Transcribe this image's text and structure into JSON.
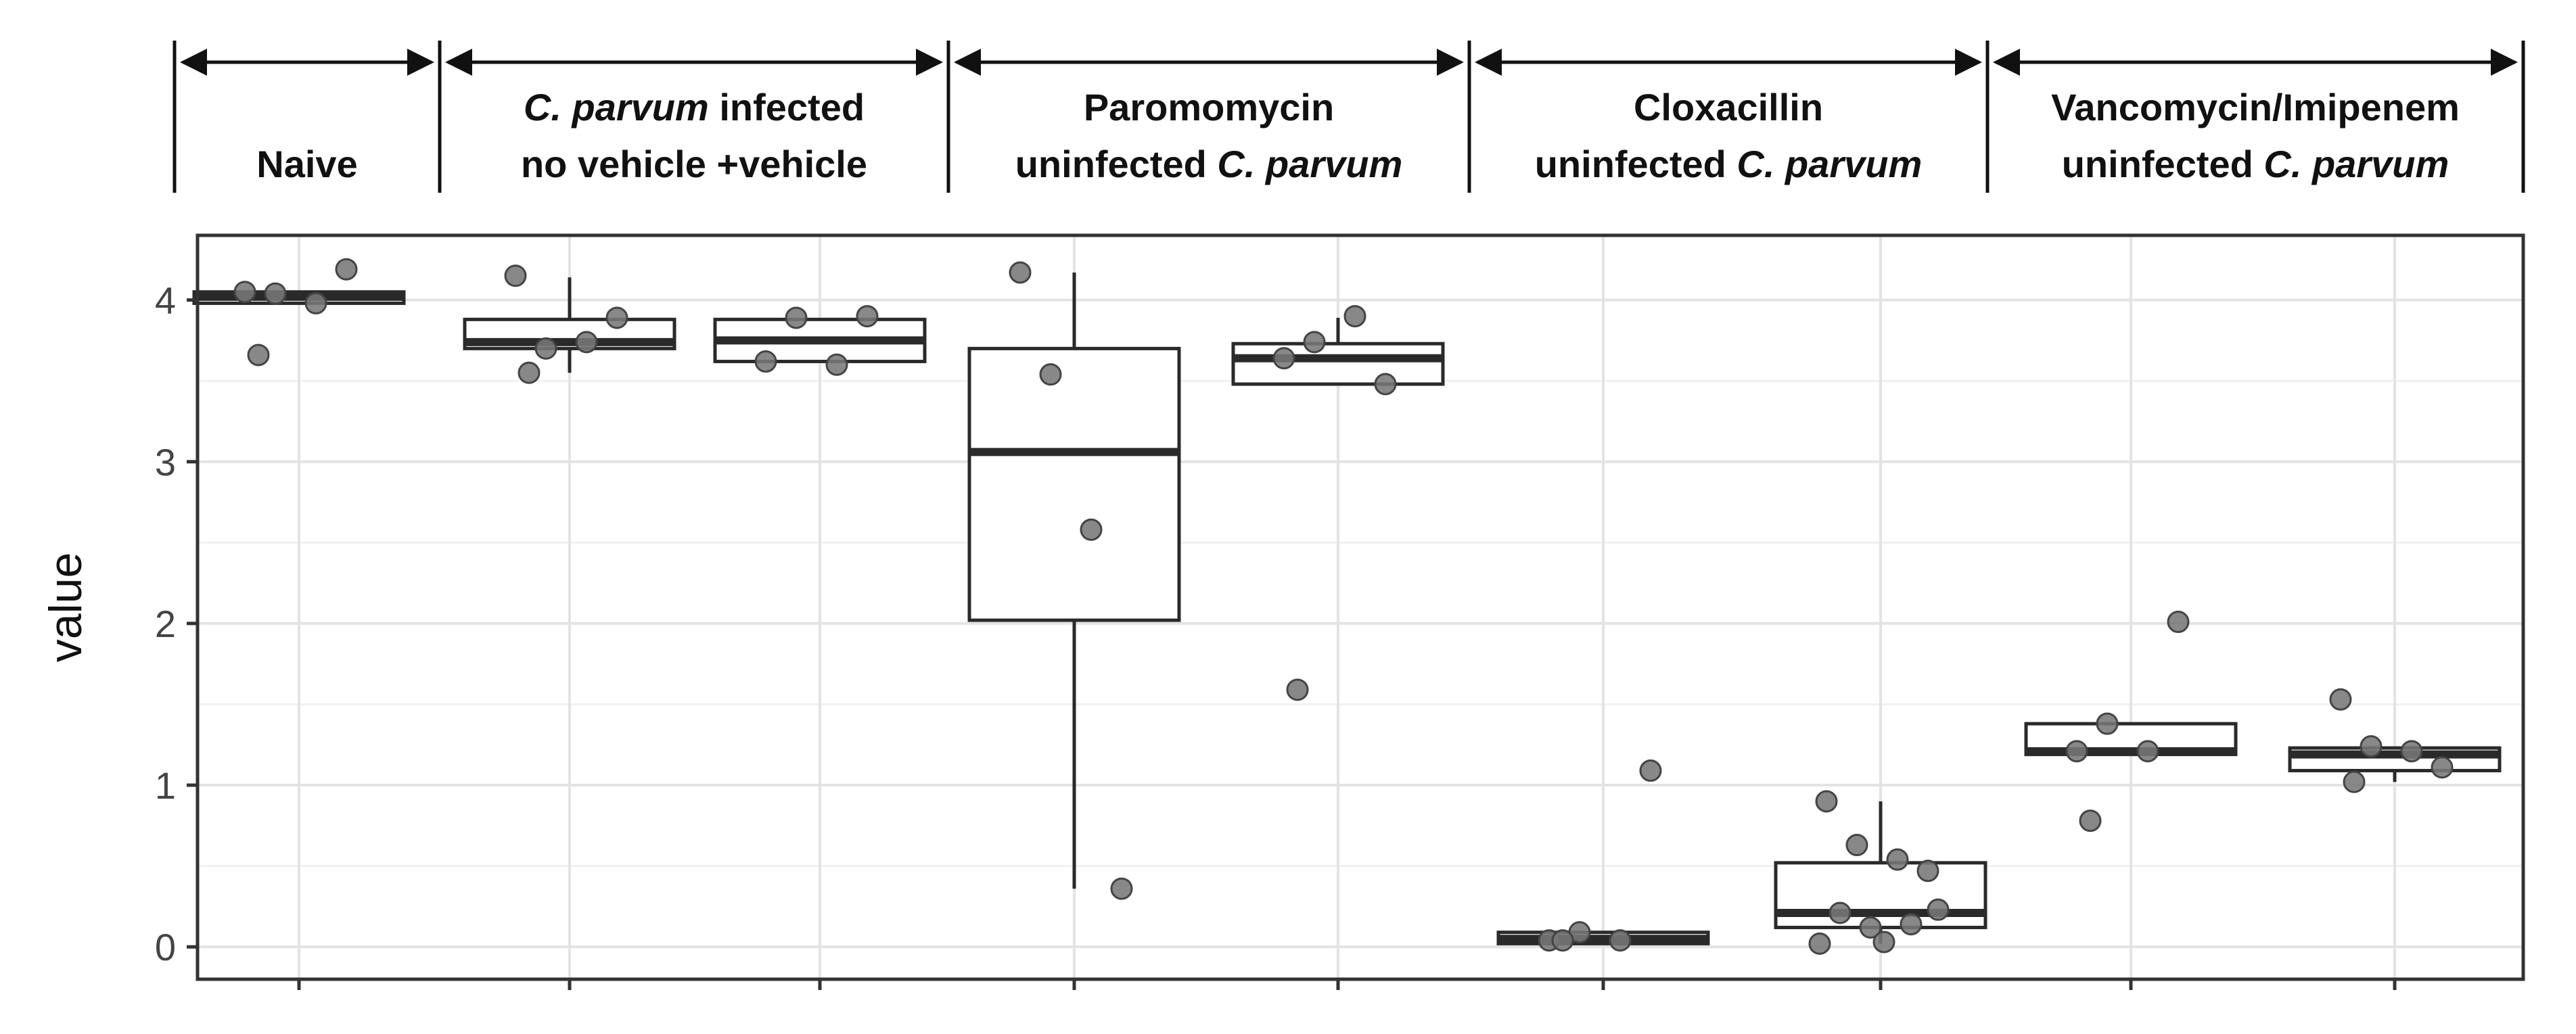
{
  "chart_data": {
    "type": "box",
    "ylabel": "value",
    "xlabel": "",
    "ylim": [
      -0.2,
      4.4
    ],
    "yticks": [
      "0",
      "1",
      "2",
      "3",
      "4"
    ],
    "grid": true,
    "header": {
      "groups": [
        {
          "name": "group-naive",
          "lines": [
            [
              {
                "t": "",
                "i": false
              }
            ],
            [
              {
                "t": "Naive",
                "i": false
              }
            ]
          ]
        },
        {
          "name": "group-cparvum-infected",
          "lines": [
            [
              {
                "t": "C. parvum",
                "i": true
              },
              {
                "t": " infected",
                "i": false
              }
            ],
            [
              {
                "t": "no vehicle  +vehicle",
                "i": false
              }
            ]
          ]
        },
        {
          "name": "group-paromomycin",
          "lines": [
            [
              {
                "t": "Paromomycin",
                "i": false
              }
            ],
            [
              {
                "t": "uninfected     ",
                "i": false
              },
              {
                "t": "C. parvum",
                "i": true
              }
            ]
          ]
        },
        {
          "name": "group-cloxacillin",
          "lines": [
            [
              {
                "t": "Cloxacillin",
                "i": false
              }
            ],
            [
              {
                "t": "uninfected     ",
                "i": false
              },
              {
                "t": "C. parvum",
                "i": true
              }
            ]
          ]
        },
        {
          "name": "group-vancomycin-imipenem",
          "lines": [
            [
              {
                "t": "Vancomycin/Imipenem",
                "i": false
              }
            ],
            [
              {
                "t": "uninfected     ",
                "i": false
              },
              {
                "t": "C. parvum",
                "i": true
              }
            ]
          ]
        }
      ]
    },
    "boxes": [
      {
        "q1": 3.98,
        "median": 4.02,
        "q3": 4.05,
        "whisker_low": 3.98,
        "whisker_high": 4.05,
        "points": [
          4.05,
          4.04,
          3.98,
          4.19,
          3.66
        ]
      },
      {
        "q1": 3.7,
        "median": 3.74,
        "q3": 3.88,
        "whisker_low": 3.55,
        "whisker_high": 4.14,
        "points": [
          4.15,
          3.7,
          3.74,
          3.89,
          3.55
        ]
      },
      {
        "q1": 3.62,
        "median": 3.75,
        "q3": 3.88,
        "whisker_low": 3.62,
        "whisker_high": 3.88,
        "points": [
          3.62,
          3.89,
          3.6,
          3.9
        ]
      },
      {
        "q1": 2.02,
        "median": 3.06,
        "q3": 3.7,
        "whisker_low": 0.36,
        "whisker_high": 4.17,
        "points": [
          4.17,
          3.54,
          2.58,
          0.36
        ]
      },
      {
        "q1": 3.48,
        "median": 3.64,
        "q3": 3.73,
        "whisker_low": 3.48,
        "whisker_high": 3.89,
        "points": [
          3.64,
          3.74,
          3.9,
          3.48,
          1.59
        ]
      },
      {
        "q1": 0.02,
        "median": 0.05,
        "q3": 0.09,
        "whisker_low": 0.02,
        "whisker_high": 0.09,
        "points": [
          0.04,
          0.09,
          0.04,
          1.09,
          0.04
        ]
      },
      {
        "q1": 0.12,
        "median": 0.21,
        "q3": 0.52,
        "whisker_low": 0.02,
        "whisker_high": 0.9,
        "points": [
          0.9,
          0.63,
          0.54,
          0.47,
          0.21,
          0.14,
          0.12,
          0.23,
          0.03,
          0.02
        ]
      },
      {
        "q1": 1.19,
        "median": 1.21,
        "q3": 1.38,
        "whisker_low": 1.19,
        "whisker_high": 1.38,
        "points": [
          1.21,
          1.38,
          1.21,
          2.01,
          0.78
        ]
      },
      {
        "q1": 1.09,
        "median": 1.19,
        "q3": 1.23,
        "whisker_low": 1.02,
        "whisker_high": 1.23,
        "points": [
          1.53,
          1.24,
          1.21,
          1.11,
          1.02
        ]
      }
    ]
  }
}
